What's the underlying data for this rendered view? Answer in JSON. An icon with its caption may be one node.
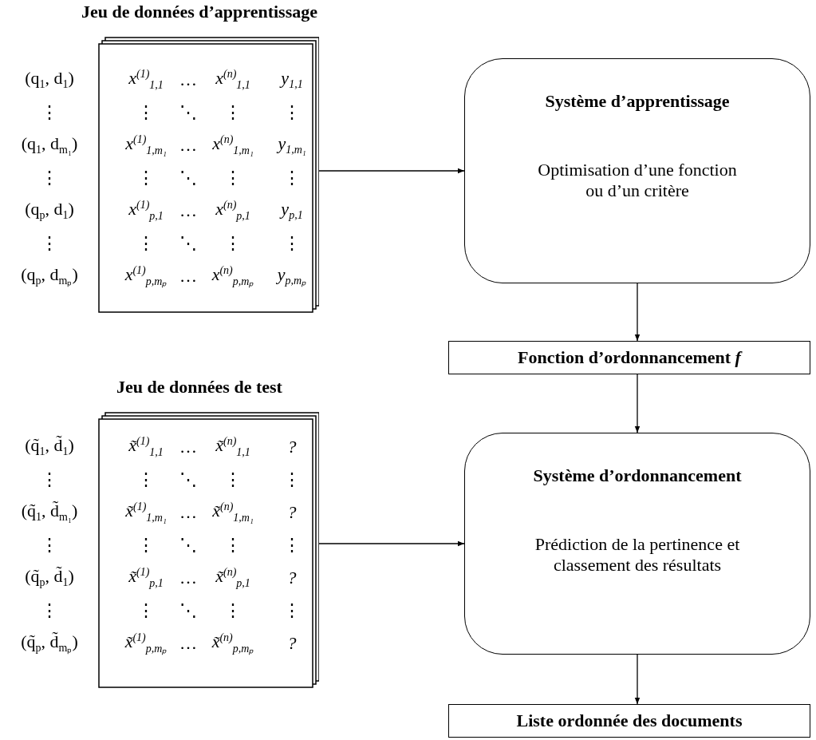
{
  "diagram": {
    "nodes": [
      {
        "text": [
          "Jeu de données d’apprentissage"
        ]
      },
      {
        "text": [
          "Système d’apprentissage",
          "Optimisation d’une fonction ou d’un critère"
        ]
      },
      {
        "text": [
          "Fonction d’ordonnancement *f*"
        ]
      },
      {
        "text": [
          "Jeu de données de test"
        ]
      },
      {
        "text": [
          "Système d’ordonnancement",
          "Prédiction de la pertinence et classement des résultats"
        ]
      },
      {
        "text": [
          "Liste ordonnée des documents"
        ]
      }
    ],
    "edges": [
      {
        "from": 0,
        "to": 1,
        "arrow": "to"
      },
      {
        "from": 1,
        "to": 2,
        "arrow": "to"
      },
      {
        "from": 2,
        "to": 4,
        "arrow": "to"
      },
      {
        "from": 3,
        "to": 4,
        "arrow": "to"
      },
      {
        "from": 4,
        "to": 5,
        "arrow": "to"
      }
    ],
    "labels": [
      "(q$_{1}$, d$_{1}$)",
      "x$^{(1)}$$_{1,1}$",
      "…",
      "x$^{(n)}$$_{1,1}$",
      "y$_{1,1}$",
      "⋮",
      "⋮",
      "⋱",
      "⋮",
      "⋮",
      "(q$_{1}$, d$_{m₁}$)",
      "x$^{(1)}$$_{1,m₁}$",
      "…",
      "x$^{(n)}$$_{1,m₁}$",
      "y$_{1,m₁}$",
      "⋮",
      "⋮",
      "⋱",
      "⋮",
      "⋮",
      "(q$_{p}$, d$_{1}$)",
      "x$^{(1)}$$_{p,1}$",
      "…",
      "x$^{(n)}$$_{p,1}$",
      "y$_{p,1}$",
      "⋮",
      "⋮",
      "⋱",
      "⋮",
      "⋮",
      "(q$_{p}$, d$_{mₚ}$)",
      "x$^{(1)}$$_{p,mₚ}$",
      "…",
      "x$^{(n)}$$_{p,mₚ}$",
      "y$_{p,mₚ}$",
      "(q̃$_{1}$, d̃$_{1}$)",
      "x̃$^{(1)}$$_{1,1}$",
      "…",
      "x̃$^{(n)}$$_{1,1}$",
      "?",
      "⋮",
      "⋮",
      "⋱",
      "⋮",
      "⋮",
      "(q̃$_{1}$, d̃$_{m₁}$)",
      "x̃$^{(1)}$$_{1,m₁}$",
      "…",
      "x̃$^{(n)}$$_{1,m₁}$",
      "?",
      "⋮",
      "⋮",
      "⋱",
      "⋮",
      "⋮",
      "(q̃$_{p}$, d̃$_{1}$)",
      "x̃$^{(1)}$$_{p,1}$",
      "…",
      "x̃$^{(n)}$$_{p,1}$",
      "?",
      "⋮",
      "⋮",
      "⋱",
      "⋮",
      "⋮",
      "(q̃$_{p}$, d̃$_{mₚ}$)",
      "x̃$^{(1)}$$_{p,mₚ}$",
      "…",
      "x̃$^{(n)}$$_{p,mₚ}$",
      "?"
    ]
  }
}
